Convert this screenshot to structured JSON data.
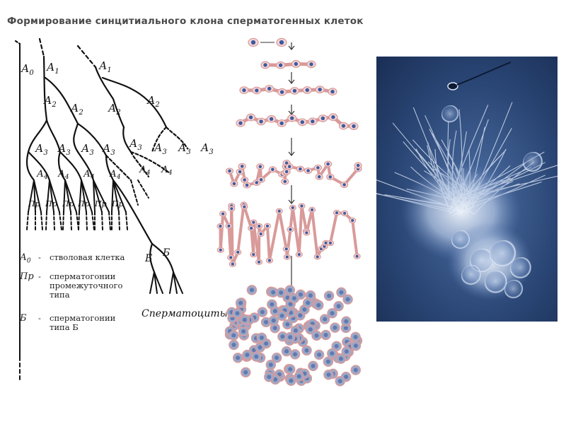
{
  "title": "Формирование синцитиального клона сперматогенных клеток",
  "tree_labels": {
    "a0": "А0",
    "a1": "А1",
    "a2": "А2",
    "a3": "А3",
    "a4": "А4",
    "pr": "Пр",
    "b": "Б",
    "spermatocytes": "Сперматоциты"
  },
  "legend": [
    {
      "symbol": "А0",
      "text_lines": [
        "стволовая клетка"
      ]
    },
    {
      "symbol": "Пр",
      "text_lines": [
        "сперматогонии",
        "промежуточного",
        "типа"
      ]
    },
    {
      "symbol": "Б",
      "text_lines": [
        "сперматогонии",
        "типа Б"
      ]
    }
  ],
  "colors": {
    "line": "#111111",
    "cell_membrane": "#d99a9a",
    "cell_fill": "#f3d6d6",
    "nucleus": "#3d5a9e",
    "arrow": "#333333",
    "micro_bg": "#16284a",
    "micro_glow": "#dfe9f7"
  }
}
